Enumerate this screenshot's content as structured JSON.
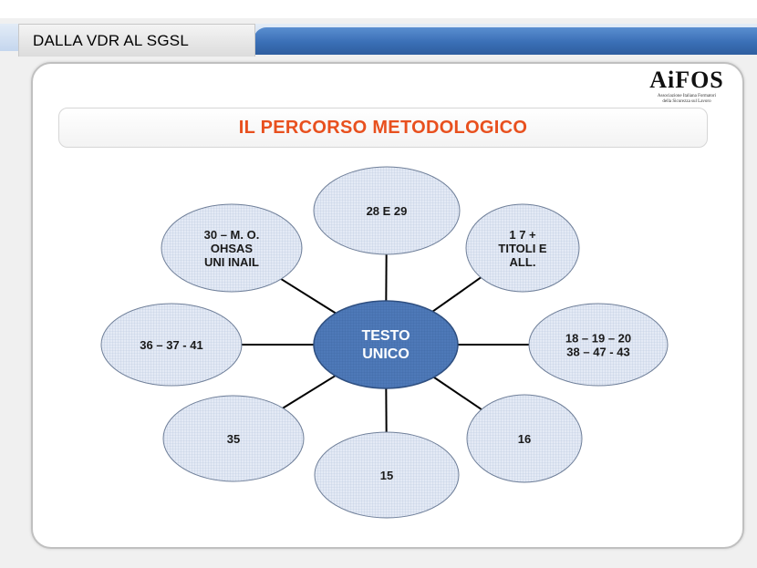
{
  "header": {
    "tab_label": "DALLA VDR AL SGSL"
  },
  "logo": {
    "name": "AiFOS",
    "subtitle_line1": "Associazione Italiana Formatori",
    "subtitle_line2": "della Sicurezza sul Lavoro"
  },
  "title": "IL PERCORSO METODOLOGICO",
  "diagram": {
    "center": {
      "lines": [
        "TESTO",
        "UNICO"
      ]
    },
    "nodes": [
      {
        "id": "node-28-29",
        "lines": [
          "28 E 29"
        ]
      },
      {
        "id": "node-1-7",
        "lines": [
          "1 7 +",
          "TITOLI E",
          "ALL."
        ]
      },
      {
        "id": "node-18-43",
        "lines": [
          "18 – 19 – 20",
          "38 – 47 - 43"
        ]
      },
      {
        "id": "node-16",
        "lines": [
          "16"
        ]
      },
      {
        "id": "node-15",
        "lines": [
          "15"
        ]
      },
      {
        "id": "node-35",
        "lines": [
          "35"
        ]
      },
      {
        "id": "node-36-41",
        "lines": [
          "36 – 37 - 41"
        ]
      },
      {
        "id": "node-30",
        "lines": [
          "30 – M. O.",
          "OHSAS",
          "UNI INAIL"
        ]
      }
    ]
  },
  "colors": {
    "accent_orange": "#e8501e",
    "center_fill": "#4a76b6",
    "node_fill": "#dde5f2",
    "header_blue": "#3a6fb6"
  }
}
